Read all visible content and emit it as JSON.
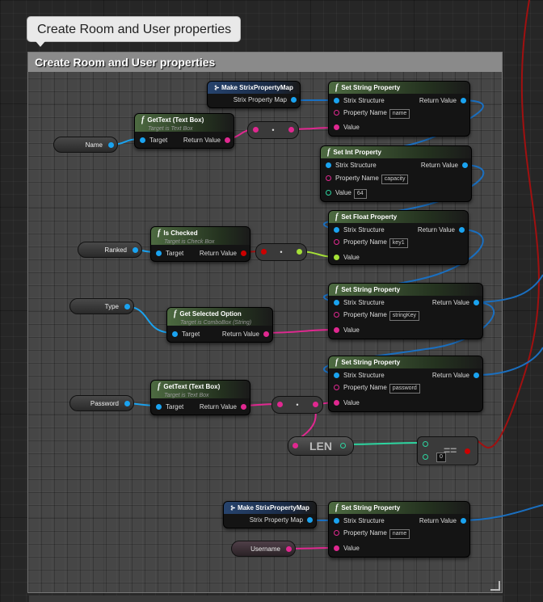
{
  "comment_bubble": "Create Room and User properties",
  "comment_title": "Create Room and User properties",
  "nodes": {
    "make_map_1": {
      "title": "Make StrixPropertyMap",
      "output": "Strix Property Map"
    },
    "set_string_1": {
      "title": "Set String Property",
      "in1": "Strix Structure",
      "out1": "Return Value",
      "in2": "Property Name",
      "name_value": "name",
      "in3": "Value"
    },
    "gettext_1": {
      "title": "GetText (Text Box)",
      "subtitle": "Target is Text Box",
      "in1": "Target",
      "out1": "Return Value"
    },
    "set_int": {
      "title": "Set Int Property",
      "in1": "Strix Structure",
      "out1": "Return Value",
      "in2": "Property Name",
      "name_value": "capacity",
      "in3": "Value",
      "value": "64"
    },
    "is_checked": {
      "title": "Is Checked",
      "subtitle": "Target is Check Box",
      "in1": "Target",
      "out1": "Return Value"
    },
    "set_float": {
      "title": "Set Float Property",
      "in1": "Strix Structure",
      "out1": "Return Value",
      "in2": "Property Name",
      "name_value": "key1",
      "in3": "Value"
    },
    "get_selected": {
      "title": "Get Selected Option",
      "subtitle": "Target is ComboBox (String)",
      "in1": "Target",
      "out1": "Return Value"
    },
    "set_string_2": {
      "title": "Set String Property",
      "in1": "Strix Structure",
      "out1": "Return Value",
      "in2": "Property Name",
      "name_value": "stringKey",
      "in3": "Value"
    },
    "set_string_3": {
      "title": "Set String Property",
      "in1": "Strix Structure",
      "out1": "Return Value",
      "in2": "Property Name",
      "name_value": "password",
      "in3": "Value"
    },
    "gettext_2": {
      "title": "GetText (Text Box)",
      "subtitle": "Target is Text Box",
      "in1": "Target",
      "out1": "Return Value"
    },
    "make_map_2": {
      "title": "Make StrixPropertyMap",
      "output": "Strix Property Map"
    },
    "set_string_4": {
      "title": "Set String Property",
      "in1": "Strix Structure",
      "out1": "Return Value",
      "in2": "Property Name",
      "name_value": "name",
      "in3": "Value"
    }
  },
  "variables": {
    "name": "Name",
    "ranked": "Ranked",
    "type": "Type",
    "password": "Password",
    "username": "Username"
  },
  "misc": {
    "reroute_dot": "•",
    "len_label": "LEN",
    "eq_label": "==",
    "eq_value": "0"
  },
  "colors": {
    "object_pin": "#1aa3f0",
    "string_pin": "#e02890",
    "float_pin": "#a5e037",
    "int_pin": "#2dd5a0",
    "bool_pin": "#c00000",
    "wire_object": "#1a6fc0",
    "wire_bool": "#a01010"
  }
}
